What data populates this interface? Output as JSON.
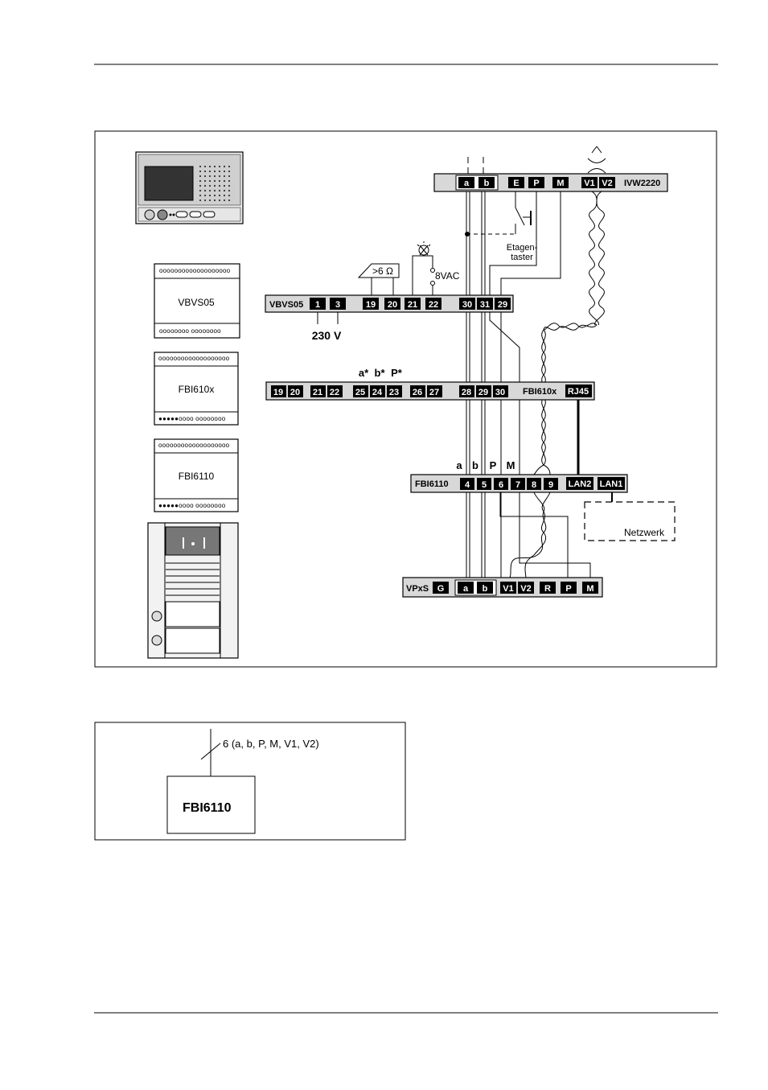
{
  "main_diagram": {
    "ivw": {
      "label": "IVW2220",
      "terminals": [
        "a",
        "b",
        "E",
        "P",
        "M",
        "V1",
        "V2"
      ]
    },
    "floor_button_label_1": "Etagen-",
    "floor_button_label_2": "taster",
    "resistor_label": ">6 Ω",
    "lamp_voltage": "8VAC",
    "vbvs": {
      "label": "VBVS05",
      "terminals": [
        "1",
        "3",
        "19",
        "20",
        "21",
        "22",
        "30",
        "31",
        "29"
      ],
      "power_label": "230 V"
    },
    "fbi610x": {
      "label": "FBI610x",
      "top_labels": [
        "a*",
        "b*",
        "P*"
      ],
      "terminals": [
        "19",
        "20",
        "21",
        "22",
        "25",
        "24",
        "23",
        "26",
        "27",
        "28",
        "29",
        "30",
        "RJ45"
      ]
    },
    "fbi6110": {
      "label": "FBI6110",
      "top_labels": [
        "a",
        "b",
        "P",
        "M"
      ],
      "terminals": [
        "4",
        "5",
        "6",
        "7",
        "8",
        "9",
        "LAN2",
        "LAN1"
      ]
    },
    "network_label": "Netzwerk",
    "vpxs": {
      "label": "VPxS",
      "terminals": [
        "G",
        "a",
        "b",
        "V1",
        "V2",
        "R",
        "P",
        "M"
      ]
    },
    "devices": {
      "vbvs_module": "VBVS05",
      "fbi610x_module": "FBI610x",
      "fbi6110_module": "FBI6110"
    }
  },
  "symbol_box": {
    "wire_label": "6 (a, b, P, M, V1, V2)",
    "device_label": "FBI6110"
  }
}
